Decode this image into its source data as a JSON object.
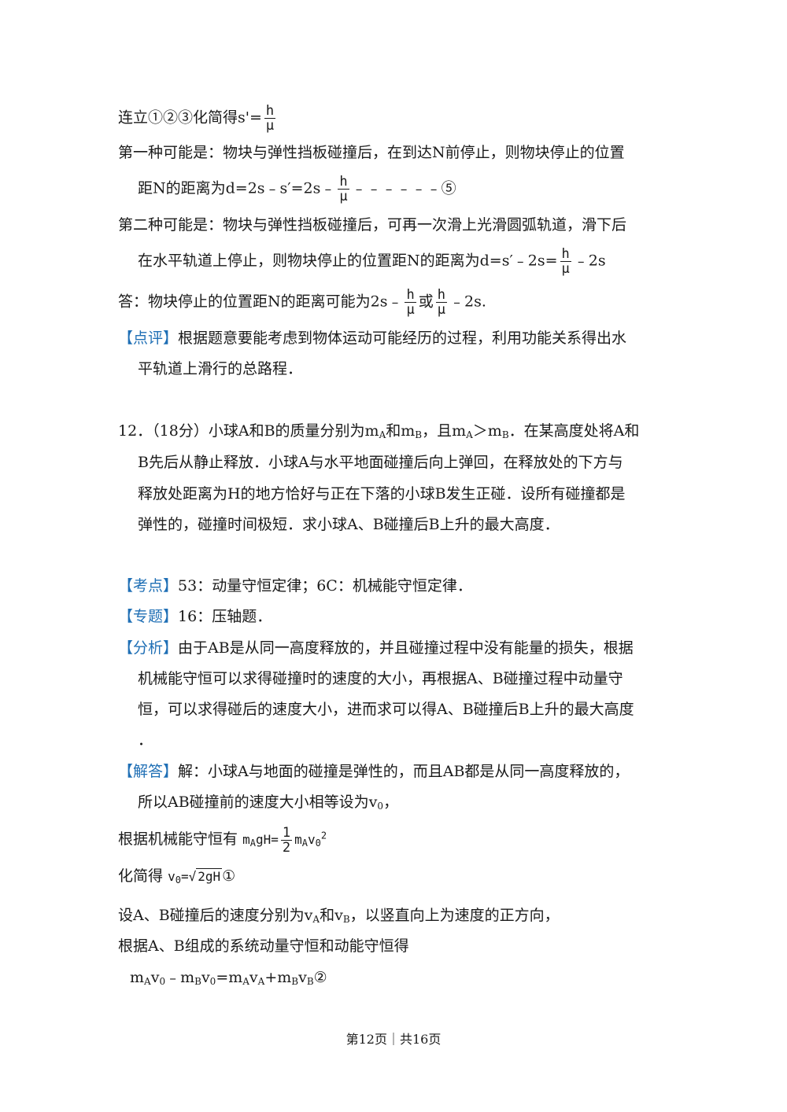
{
  "s1": {
    "text": "连立①②③化简得s'=",
    "num": "h",
    "den": "μ"
  },
  "s2": {
    "text": "第一种可能是：物块与弹性挡板碰撞后，在到达N前停止，则物块停止的位置"
  },
  "s3": {
    "pre": "距N的距离为d=2s﹣s′=2s﹣",
    "num": "h",
    "den": "μ",
    "post": "﹣﹣﹣﹣﹣﹣⑤"
  },
  "s4": {
    "text": "第二种可能是：物块与弹性挡板碰撞后，可再一次滑上光滑圆弧轨道，滑下后"
  },
  "s5": {
    "pre": "在水平轨道上停止，则物块停止的位置距N的距离为d=s′﹣2s=",
    "num": "h",
    "den": "μ",
    "post": "﹣2s"
  },
  "s6": {
    "pre": "答：物块停止的位置距N的距离可能为2s﹣",
    "num1": "h",
    "den1": "μ",
    "mid": "或",
    "num2": "h",
    "den2": "μ",
    "post": "﹣2s."
  },
  "s7": {
    "tag": "【点评】",
    "text": "根据题意要能考虑到物体运动可能经历的过程，利用功能关系得出水"
  },
  "s8": {
    "text": "平轨道上滑行的总路程．"
  },
  "q12": {
    "l1_a": "12．（18分）小球A和B的质量分别为m",
    "l1_sub1": "A",
    "l1_b": "和m",
    "l1_sub2": "B",
    "l1_c": "，且m",
    "l1_sub3": "A",
    "l1_d": "＞m",
    "l1_sub4": "B",
    "l1_e": "．在某高度处将A和",
    "l2": "B先后从静止释放．小球A与水平地面碰撞后向上弹回，在释放处的下方与",
    "l3": "释放处距离为H的地方恰好与正在下落的小球B发生正碰．设所有碰撞都是",
    "l4": "弹性的，碰撞时间极短．求小球A、B碰撞后B上升的最大高度．"
  },
  "kaodian": {
    "tag": "【考点】",
    "text": "53：动量守恒定律；6C：机械能守恒定律．"
  },
  "zhuanti": {
    "tag": "【专题】",
    "text": "16：压轴题．"
  },
  "fenxi": {
    "tag": "【分析】",
    "l1": "由于AB是从同一高度释放的，并且碰撞过程中没有能量的损失，根据",
    "l2": "机械能守恒可以求得碰撞时的速度的大小，再根据A、B碰撞过程中动量守",
    "l3": "恒，可以求得碰后的速度大小，进而求可以得A、B碰撞后B上升的最大高度",
    "l4": "．"
  },
  "jieda": {
    "tag": "【解答】",
    "l1": "解：小球A与地面的碰撞是弹性的，而且AB都是从同一高度释放的，",
    "l2_a": "所以AB碰撞前的速度大小相等设为v",
    "l2_sub": "0",
    "l2_b": "，",
    "l3": "根据机械能守恒有",
    "eq1_a": "m",
    "eq1_sub1": "A",
    "eq1_b": "gH=",
    "eq1_num": "1",
    "eq1_den": "2",
    "eq1_c": "m",
    "eq1_sub2": "A",
    "eq1_d": "v",
    "eq1_sub3": "0",
    "eq1_sup": "2",
    "l4": "化简得",
    "eq2_a": "v",
    "eq2_sub": "0",
    "eq2_b": "=",
    "eq2_root": "√",
    "eq2_rad": "2gH",
    "eq2_mark": "①",
    "l5_a": "设A、B碰撞后的速度分别为v",
    "l5_sub1": "A",
    "l5_b": "和v",
    "l5_sub2": "B",
    "l5_c": "，以竖直向上为速度的正方向，",
    "l6": "根据A、B组成的系统动量守恒和动能守恒得",
    "eq3": [
      {
        "t": "m"
      },
      {
        "s": "A"
      },
      {
        "t": "v"
      },
      {
        "s": "0"
      },
      {
        "t": "﹣m"
      },
      {
        "s": "B"
      },
      {
        "t": "v"
      },
      {
        "s": "0"
      },
      {
        "t": "=m"
      },
      {
        "s": "A"
      },
      {
        "t": "v"
      },
      {
        "s": "A"
      },
      {
        "t": "+m"
      },
      {
        "s": "B"
      },
      {
        "t": "v"
      },
      {
        "s": "B"
      },
      {
        "t": "②"
      }
    ]
  },
  "footer": "第12页｜共16页"
}
